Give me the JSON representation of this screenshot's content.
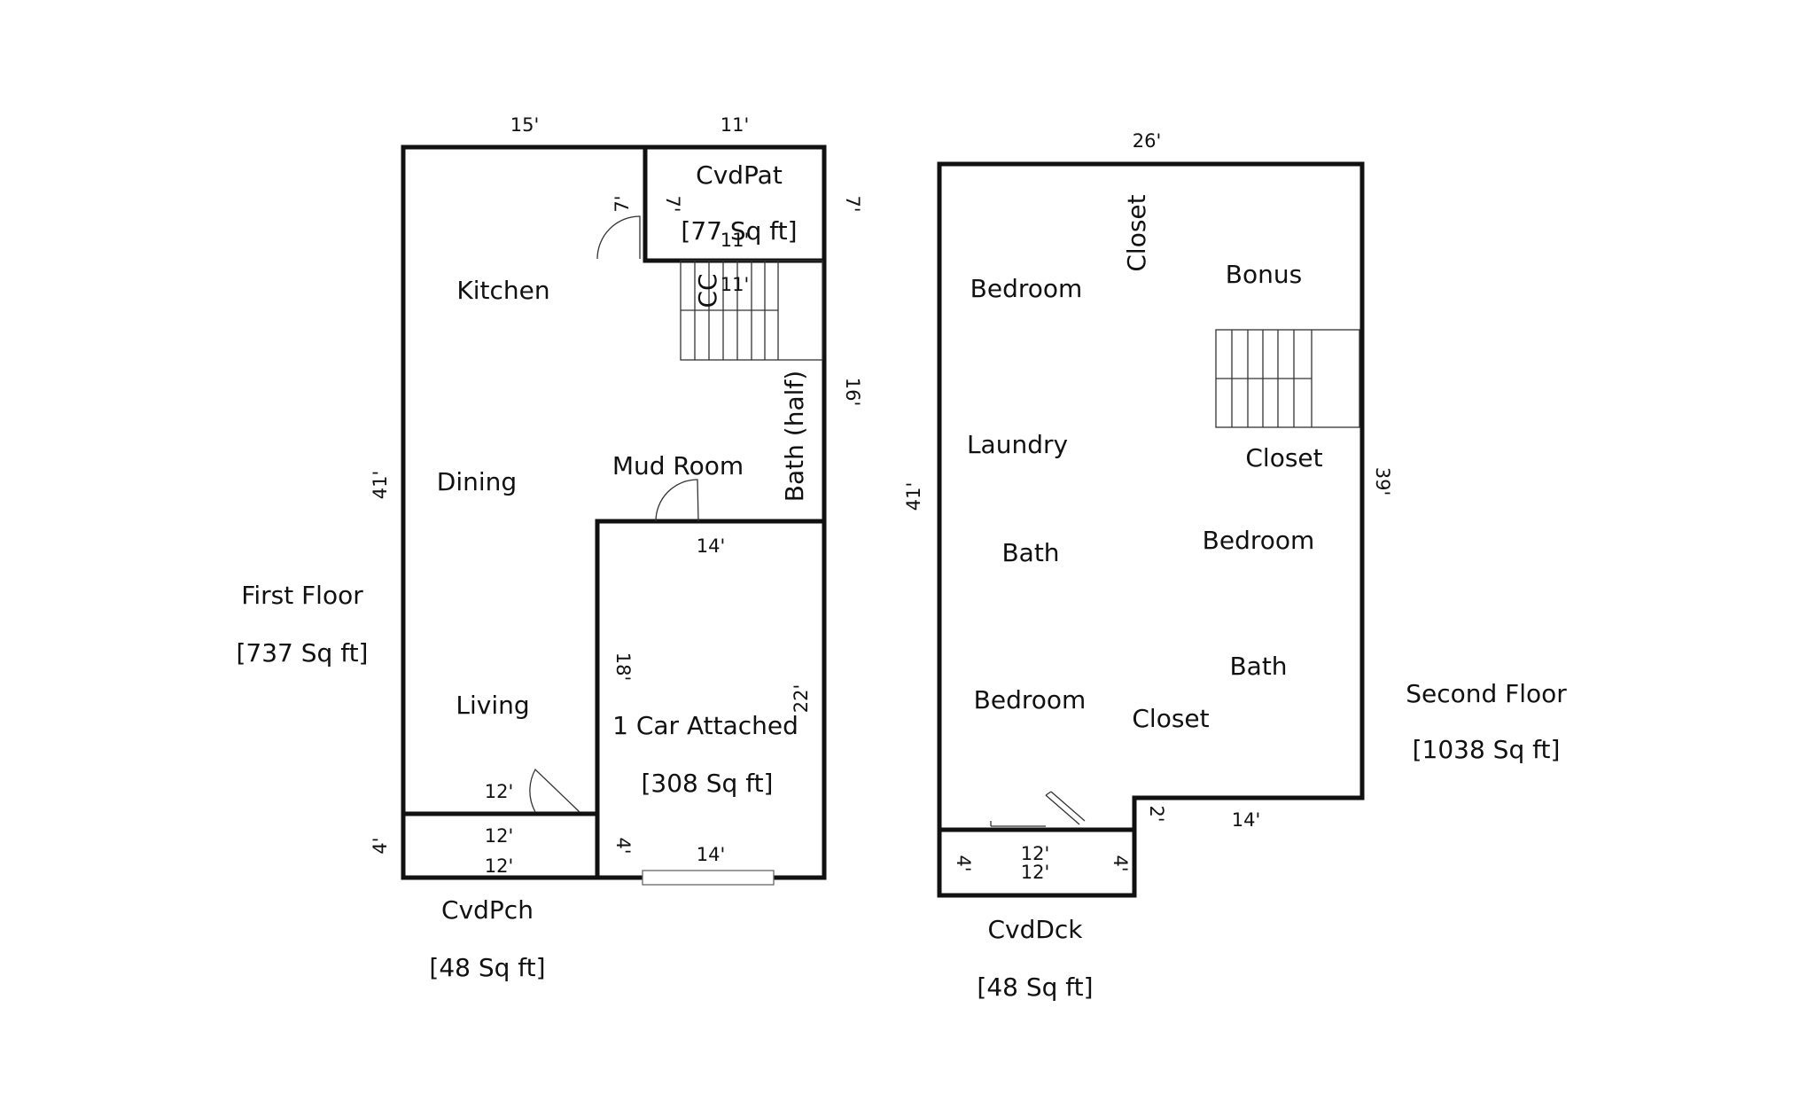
{
  "first_floor": {
    "title": "First Floor",
    "area": "[737 Sq ft]",
    "rooms": {
      "kitchen": "Kitchen",
      "dining": "Dining",
      "mud_room": "Mud Room",
      "living": "Living",
      "bath_half": "Bath (half)",
      "cc": "CC"
    },
    "cvdpat": {
      "name": "CvdPat",
      "area": "[77 Sq ft]"
    },
    "garage": {
      "name": "1 Car Attached",
      "area": "[308 Sq ft]"
    },
    "cvdpch": {
      "name": "CvdPch",
      "area": "[48 Sq ft]"
    },
    "dimensions": {
      "top_left": "15'",
      "top_right": "11'",
      "left": "41'",
      "right_upper": "7'",
      "right_middle": "16'",
      "patio_left": "7'",
      "patio_inner": "7'",
      "patio_bottom": "11'",
      "stair_top": "11'",
      "garage_top": "14'",
      "garage_left": "18'",
      "garage_right": "22'",
      "garage_bottom": "14'",
      "porch_top_outer": "12'",
      "porch_top_inner": "12'",
      "porch_bottom": "12'",
      "porch_left": "4'",
      "porch_right": "4'"
    }
  },
  "second_floor": {
    "title": "Second Floor",
    "area": "[1038 Sq ft]",
    "rooms": {
      "bedroom_top": "Bedroom",
      "closet_top": "Closet",
      "bonus": "Bonus",
      "laundry": "Laundry",
      "closet_right": "Closet",
      "bath_left": "Bath",
      "bedroom_right": "Bedroom",
      "bath_right": "Bath",
      "bedroom_bottom": "Bedroom",
      "closet_bottom": "Closet"
    },
    "cvddck": {
      "name": "CvdDck",
      "area": "[48 Sq ft]"
    },
    "dimensions": {
      "top": "26'",
      "left": "41'",
      "right": "39'",
      "notch": "2'",
      "bottom_right": "14'",
      "deck_top": "12'",
      "deck_bottom": "12'",
      "deck_left": "4'",
      "deck_right": "4'"
    }
  }
}
